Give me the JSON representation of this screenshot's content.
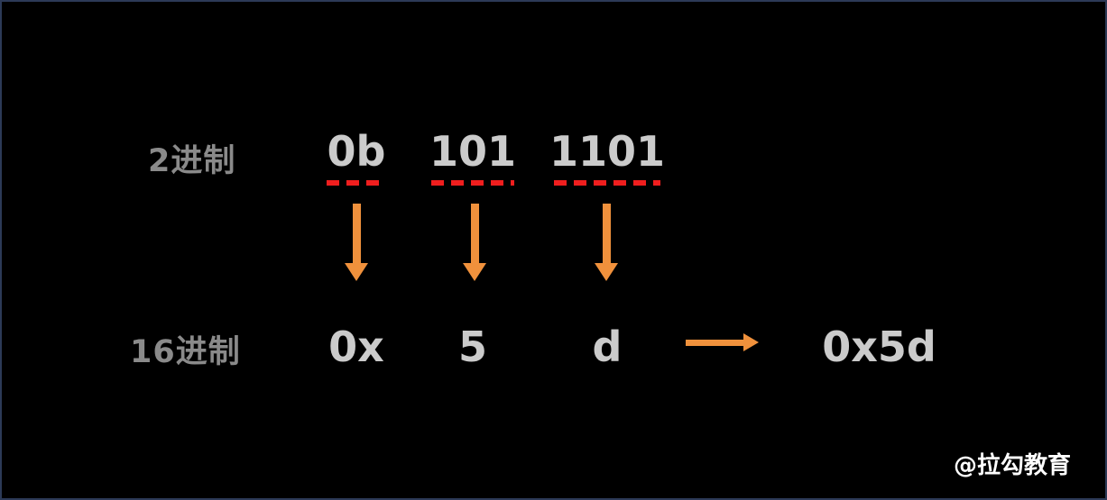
{
  "colors": {
    "background": "#000000",
    "border": "#2c3a57",
    "label": "#8a8a8a",
    "digits": "#cbcbcb",
    "arrow": "#f0913c",
    "dash": "#f01e1e",
    "watermark": "#ffffff"
  },
  "binary_row": {
    "label": "2进制",
    "groups": [
      {
        "text": "0b"
      },
      {
        "text": "101"
      },
      {
        "text": "1101"
      }
    ]
  },
  "hex_row": {
    "label": "16进制",
    "values": [
      "0x",
      "5",
      "d"
    ],
    "result": "0x5d"
  },
  "watermark": "@拉勾教育",
  "icons": {
    "down_arrow": "down-arrow-icon",
    "right_arrow": "right-arrow-icon"
  }
}
